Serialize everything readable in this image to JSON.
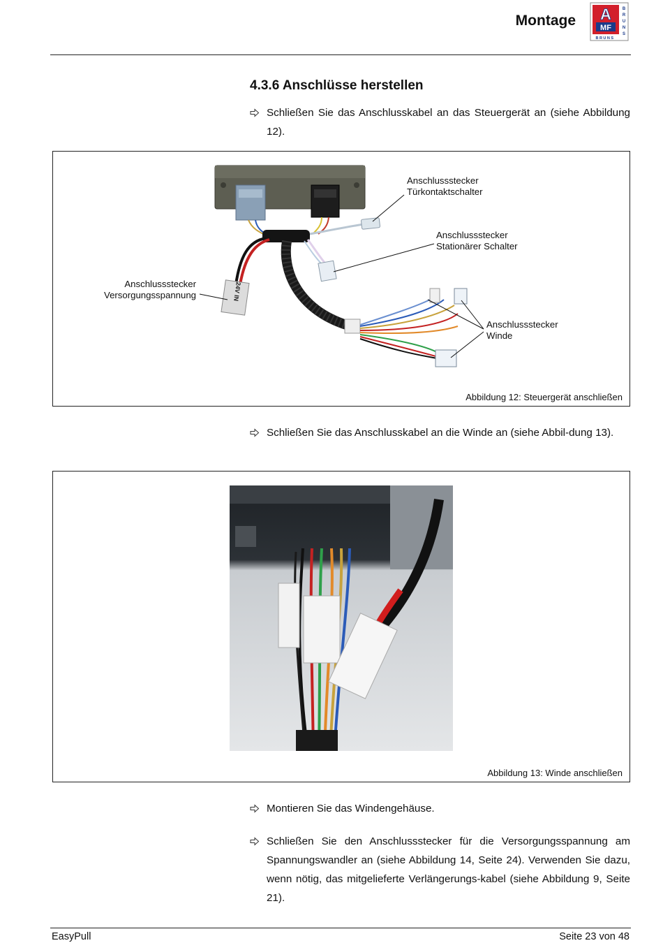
{
  "header": {
    "title": "Montage",
    "logo": {
      "main": "AMF",
      "side": "BRUNS"
    }
  },
  "section": {
    "heading": "4.3.6 Anschlüsse herstellen",
    "steps": [
      {
        "text": "Schließen Sie das Anschlusskabel an das Steuergerät an (siehe Abbildung 12)."
      },
      {
        "text": "Schließen Sie das Anschlusskabel an die Winde an (siehe Abbil-dung 13)."
      },
      {
        "text": "Montieren Sie das Windengehäuse."
      },
      {
        "text": "Schließen Sie den Anschlussstecker für die Versorgungsspannung am Spannungswandler an (siehe Abbildung 14, Seite 24). Verwenden Sie dazu, wenn nötig, das mitgelieferte Verlängerungs-kabel (siehe Abbildung 9, Seite 21)."
      }
    ]
  },
  "figure12": {
    "caption": "Abbildung 12: Steuergerät anschließen",
    "callouts": {
      "door_contact": [
        "Anschlussstecker",
        "Türkontaktschalter"
      ],
      "stationary_switch": [
        "Anschlussstecker",
        "Stationärer Schalter"
      ],
      "supply_voltage": [
        "Anschlussstecker",
        "Versorgungsspannung"
      ],
      "winch": [
        "Anschlussstecker",
        "Winde"
      ]
    },
    "connector_label": "24V IN"
  },
  "figure13": {
    "caption": "Abbildung 13: Winde anschließen"
  },
  "footer": {
    "left": "EasyPull",
    "right": "Seite 23 von 48"
  }
}
